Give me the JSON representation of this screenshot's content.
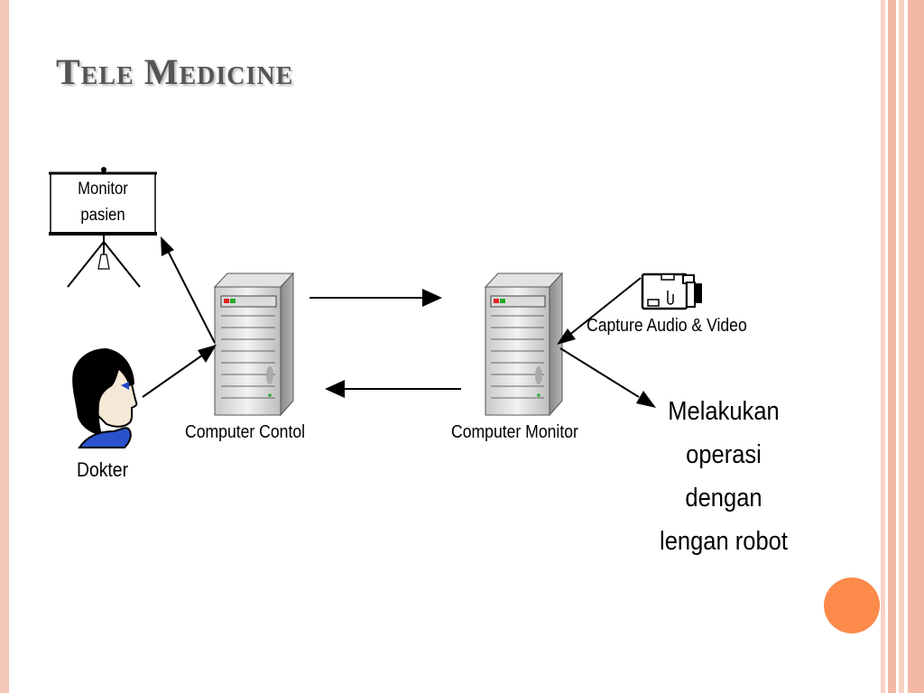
{
  "slide": {
    "title": "Tele Medicine",
    "accent_color": "#fc8a4a",
    "frame_color": "#f4c8b8"
  },
  "diagram": {
    "monitor": {
      "icon": "projector-screen-icon",
      "label_line1": "Monitor",
      "label_line2": "pasien"
    },
    "doctor": {
      "icon": "doctor-icon",
      "label": "Dokter"
    },
    "computer_control": {
      "icon": "server-tower-icon",
      "label": "Computer Contol"
    },
    "computer_monitor": {
      "icon": "server-tower-icon",
      "label": "Computer Monitor"
    },
    "camera": {
      "icon": "video-camera-icon",
      "label": "Capture Audio & Video"
    },
    "robot": {
      "line1": "Melakukan",
      "line2": "operasi",
      "line3": "dengan",
      "line4": "lengan robot"
    }
  }
}
